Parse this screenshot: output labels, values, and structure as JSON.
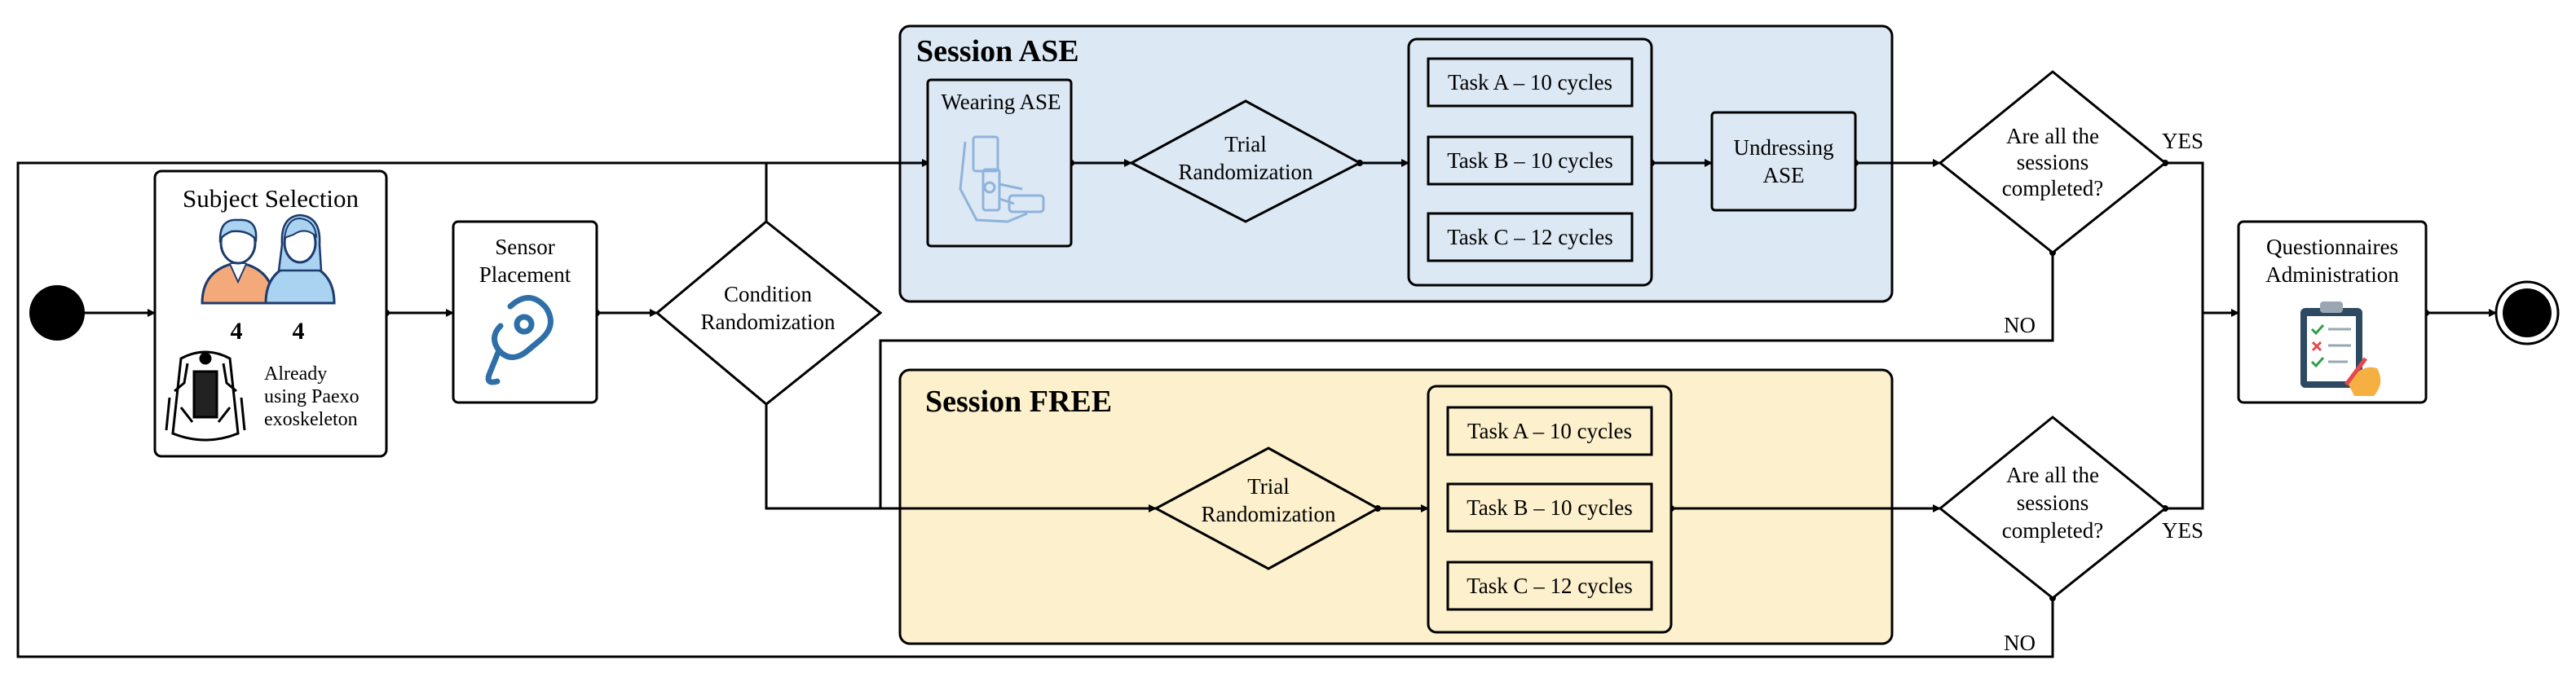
{
  "nodes": {
    "subject_selection": {
      "title": "Subject Selection",
      "count_male": "4",
      "count_female": "4",
      "note_line1": "Already",
      "note_line2": "using Paexo",
      "note_line3": "exoskeleton"
    },
    "sensor_placement": {
      "line1": "Sensor",
      "line2": "Placement"
    },
    "condition_randomization": {
      "line1": "Condition",
      "line2": "Randomization"
    },
    "questionnaires": {
      "line1": "Questionnaires",
      "line2": "Administration"
    }
  },
  "session_ase": {
    "title": "Session ASE",
    "wearing": "Wearing ASE",
    "trial_line1": "Trial",
    "trial_line2": "Randomization",
    "tasks": [
      "Task A – 10 cycles",
      "Task B – 10 cycles",
      "Task C – 12 cycles"
    ],
    "undress_line1": "Undressing",
    "undress_line2": "ASE",
    "decision_line1": "Are all the",
    "decision_line2": "sessions",
    "decision_line3": "completed?",
    "yes": "YES",
    "no": "NO"
  },
  "session_free": {
    "title": "Session FREE",
    "trial_line1": "Trial",
    "trial_line2": "Randomization",
    "tasks": [
      "Task A – 10 cycles",
      "Task B – 10 cycles",
      "Task C – 12 cycles"
    ],
    "decision_line1": "Are all the",
    "decision_line2": "sessions",
    "decision_line3": "completed?",
    "yes": "YES",
    "no": "NO"
  },
  "colors": {
    "ase_fill": "#dce8f4",
    "free_fill": "#fdf0cc",
    "male_shirt": "#f4a97a",
    "female_shirt": "#a9d3f0",
    "icon_blue": "#2f6fa8"
  },
  "icons": [
    "start-node",
    "male-user-icon",
    "female-user-icon",
    "exoskeleton-icon",
    "sensor-icon",
    "ase-exoskeleton-icon",
    "clipboard-checklist-icon",
    "end-node"
  ]
}
